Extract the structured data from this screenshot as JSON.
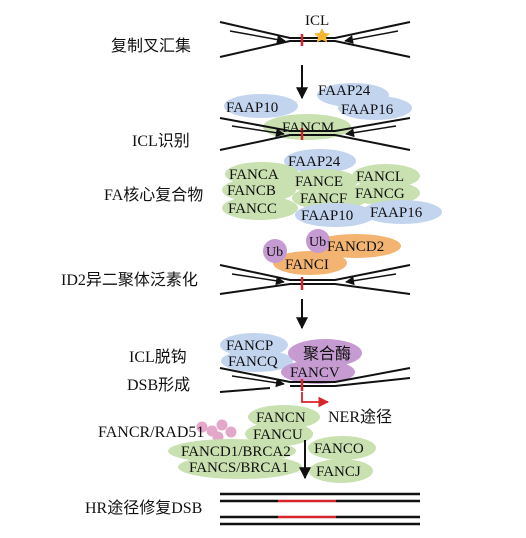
{
  "stages": [
    {
      "id": "fork",
      "label": "复制叉汇集"
    },
    {
      "id": "icl-recognition",
      "label": "ICL识别"
    },
    {
      "id": "fa-core",
      "label": "FA核心复合物"
    },
    {
      "id": "id2",
      "label": "ID2异二聚体泛素化"
    },
    {
      "id": "icl-unhook",
      "label": "ICL脱钩"
    },
    {
      "id": "dsb",
      "label": "DSB形成"
    },
    {
      "id": "fancr",
      "label": "FANCR/RAD51"
    },
    {
      "id": "hr",
      "label": "HR途径修复DSB"
    }
  ],
  "icl_label": "ICL",
  "ner_label": "NER途径",
  "proteins": {
    "faap24_top": "FAAP24",
    "faap10_top": "FAAP10",
    "faap16_top": "FAAP16",
    "fancm": "FANCM",
    "faap24_core": "FAAP24",
    "fanca": "FANCA",
    "fancb": "FANCB",
    "fancc": "FANCC",
    "fance": "FANCE",
    "fancf": "FANCF",
    "faap10_core": "FAAP10",
    "fancl": "FANCL",
    "fancg": "FANCG",
    "faap16_core": "FAAP16",
    "ub1": "Ub",
    "ub2": "Ub",
    "fancd2": "FANCD2",
    "fanci": "FANCI",
    "fancp": "FANCP",
    "fancq": "FANCQ",
    "polymerase": "聚合酶",
    "fancv": "FANCV",
    "fancn": "FANCN",
    "fancu": "FANCU",
    "fancd1": "FANCD1/BRCA2",
    "fancs": "FANCS/BRCA1",
    "fanco": "FANCO",
    "fancj": "FANCJ"
  },
  "colors": {
    "green": "#c9e0b0",
    "blue": "#c3d4ee",
    "purple": "#c59bd2",
    "orange": "#f2b470",
    "pink": "#e3a7c9",
    "red": "#d6262b",
    "star": "#f5b630"
  }
}
